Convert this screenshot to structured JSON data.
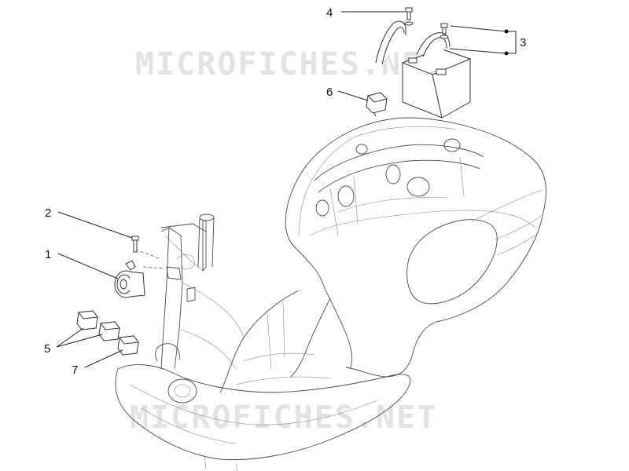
{
  "watermark": {
    "top": "MICROFICHES.NET",
    "bottom": "MICROFICHES.NET"
  },
  "callouts": {
    "c1": "1",
    "c2": "2",
    "c3": "3",
    "c4": "4",
    "c5": "5",
    "c6": "6",
    "c7": "7"
  }
}
